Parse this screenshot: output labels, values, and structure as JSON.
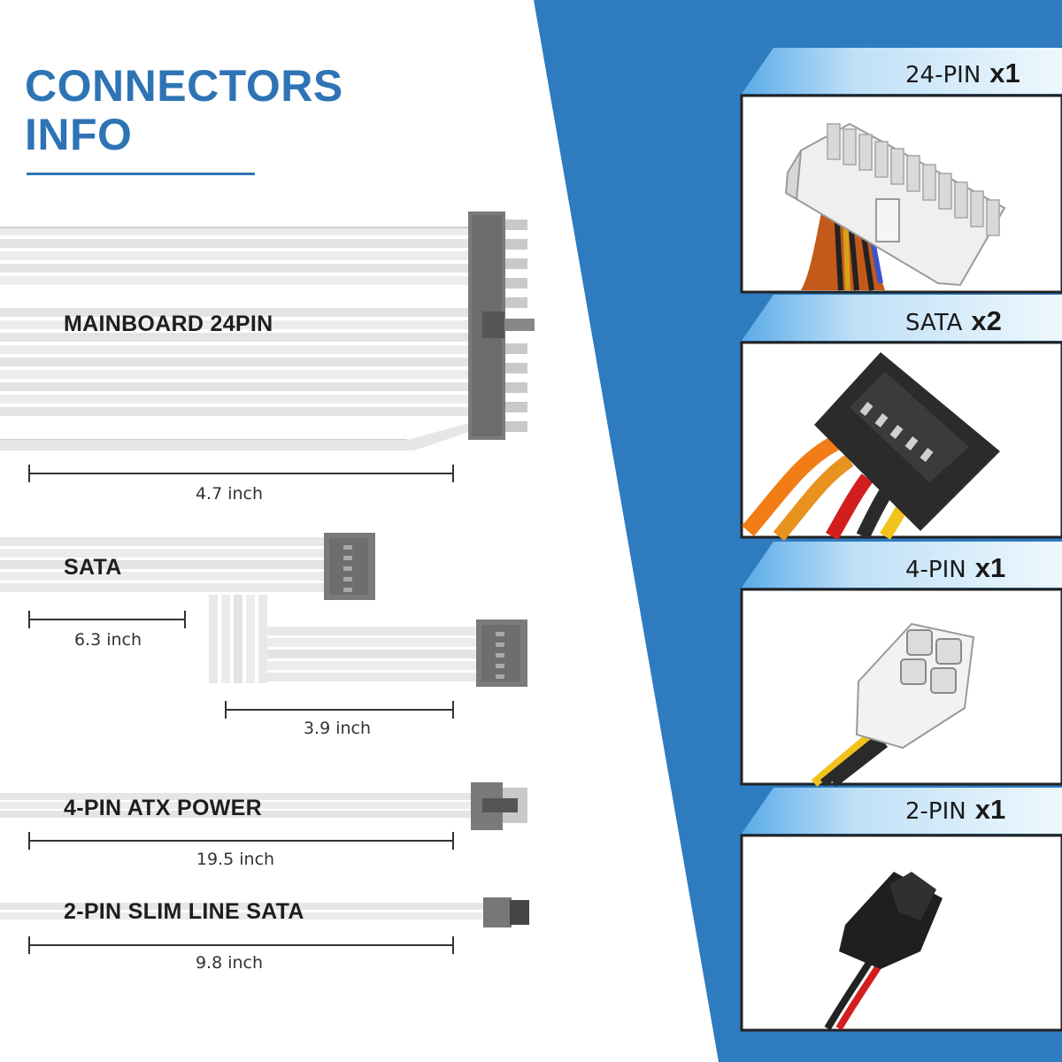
{
  "title": {
    "line1": "CONNECTORS",
    "line2": "INFO"
  },
  "colors": {
    "accent": "#2e74b5",
    "panel_blue": "#2e7bbf",
    "tab_light": "#dff0fb",
    "cable_white": "#e6e6e6",
    "connector_gray": "#7a7a7a"
  },
  "cables": [
    {
      "label": "MAINBOARD 24PIN",
      "length": "4.7 inch"
    },
    {
      "label": "SATA",
      "length_a": "6.3 inch",
      "length_b": "3.9 inch"
    },
    {
      "label": "4-PIN ATX POWER",
      "length": "19.5 inch"
    },
    {
      "label": "2-PIN SLIM LINE SATA",
      "length": "9.8 inch"
    }
  ],
  "panels": [
    {
      "name": "24-PIN",
      "qty": "x1",
      "photo": "24-pin-connector-photo"
    },
    {
      "name": "SATA",
      "qty": "x2",
      "photo": "sata-connector-photo"
    },
    {
      "name": "4-PIN",
      "qty": "x1",
      "photo": "4-pin-connector-photo"
    },
    {
      "name": "2-PIN",
      "qty": "x1",
      "photo": "2-pin-connector-photo"
    }
  ]
}
